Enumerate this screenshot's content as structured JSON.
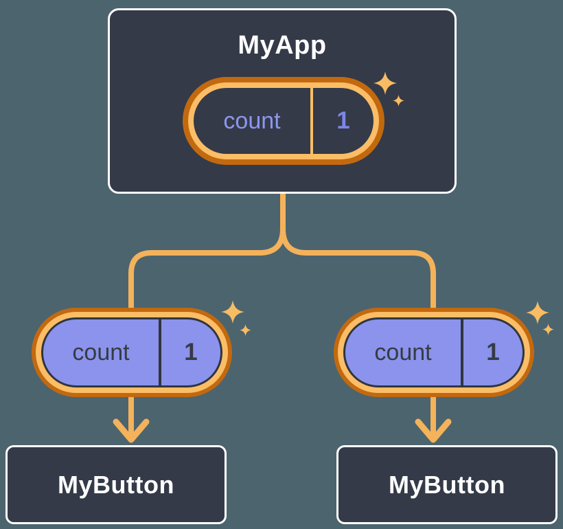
{
  "diagram": {
    "root": {
      "title": "MyApp",
      "state_pill": {
        "label": "count",
        "value": "1"
      }
    },
    "children": [
      {
        "prop_pill": {
          "label": "count",
          "value": "1"
        },
        "node": {
          "title": "MyButton"
        }
      },
      {
        "prop_pill": {
          "label": "count",
          "value": "1"
        },
        "node": {
          "title": "MyButton"
        }
      }
    ]
  },
  "icons": {
    "sparkle": "✦"
  },
  "colors": {
    "background": "#4C646E",
    "node_fill": "#343A48",
    "node_border": "#FFFFFF",
    "node_text": "#FFFFFF",
    "pill_ring_outer": "#C2690F",
    "pill_ring_inner": "#FBBD66",
    "pill_fill_state": "#343A48",
    "pill_fill_prop": "#8B93EC",
    "pill_outline_prop": "#30353F",
    "state_text": "#8D96F0",
    "state_value_text": "#7C87E8",
    "prop_text": "#363B44",
    "connector": "#F4B25A",
    "sparkle": "#F8BC63"
  }
}
